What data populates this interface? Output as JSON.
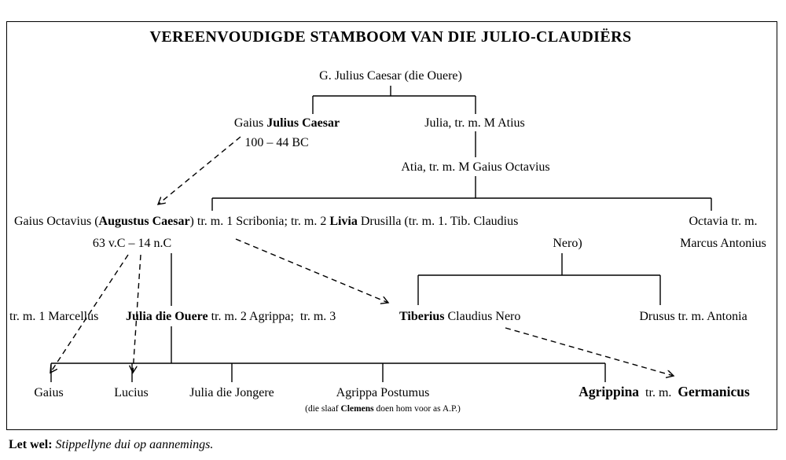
{
  "title": "VEREENVOUDIGDE STAMBOOM VAN DIE JULIO-CLAUDIËRS",
  "nodes": {
    "caesar_elder": {
      "text": "G. Julius Caesar (die Ouere)"
    },
    "julius_caesar": {
      "pre": "Gaius ",
      "bold": "Julius Caesar",
      "dates": "100 – 44 BC"
    },
    "julia_atius": {
      "text": "Julia, tr. m. M Atius"
    },
    "atia": {
      "text": "Atia, tr. m. M Gaius Octavius"
    },
    "augustus_livia": {
      "pre": "Gaius Octavius (",
      "bold1": "Augustus Caesar",
      "mid1": ") tr. m. 1 Scribonia; tr. m. 2 ",
      "bold2": "Livia",
      "mid2": " Drusilla (tr. m. 1. Tib. Claudius",
      "line2": "Nero)",
      "dates": "63 v.C – 14 n.C"
    },
    "octavia": {
      "line1": "Octavia tr. m.",
      "line2": "Marcus Antonius"
    },
    "marcellus": {
      "text": "tr. m. 1 Marcellus"
    },
    "julia_ouere": {
      "bold": "Julia die Ouere",
      "post": " tr. m. 2 Agrippa;  tr. m. 3"
    },
    "tiberius": {
      "bold": "Tiberius",
      "post": " Claudius Nero"
    },
    "drusus": {
      "text": "Drusus tr. m. Antonia"
    },
    "gaius": {
      "text": "Gaius"
    },
    "lucius": {
      "text": "Lucius"
    },
    "julia_jongere": {
      "text": "Julia die Jongere"
    },
    "agrippa_postumus": {
      "text": "Agrippa Postumus",
      "note_pre": "(die slaaf ",
      "note_bold": "Clemens",
      "note_post": " doen hom voor as A.P.)"
    },
    "agrippina_germanicus": {
      "bold1": "Agrippina",
      "mid": "  tr. m.  ",
      "bold2": "Germanicus"
    }
  },
  "edges": [
    {
      "from": "G. Julius Caesar (die Ouere)",
      "to": "Gaius Julius Caesar",
      "type": "solid"
    },
    {
      "from": "G. Julius Caesar (die Ouere)",
      "to": "Julia, tr. m. M Atius",
      "type": "solid"
    },
    {
      "from": "Julia",
      "to": "Atia",
      "type": "solid"
    },
    {
      "from": "Atia",
      "to": "Gaius Octavius (Augustus Caesar)",
      "type": "solid"
    },
    {
      "from": "Atia",
      "to": "Octavia",
      "type": "solid"
    },
    {
      "from": "Livia / Tib. Claudius Nero",
      "to": "Tiberius Claudius Nero",
      "type": "solid"
    },
    {
      "from": "Livia / Tib. Claudius Nero",
      "to": "Drusus",
      "type": "solid"
    },
    {
      "from": "Augustus",
      "to": "Julia die Ouere",
      "type": "solid"
    },
    {
      "from": "Julia die Ouere",
      "to": "Gaius",
      "type": "solid"
    },
    {
      "from": "Julia die Ouere",
      "to": "Lucius",
      "type": "solid"
    },
    {
      "from": "Julia die Ouere",
      "to": "Julia die Jongere",
      "type": "solid"
    },
    {
      "from": "Julia die Ouere",
      "to": "Agrippa Postumus",
      "type": "solid"
    },
    {
      "from": "Julia die Ouere",
      "to": "Agrippina",
      "type": "solid"
    },
    {
      "from": "Gaius Julius Caesar",
      "to": "Augustus Caesar",
      "type": "dashed-adoption"
    },
    {
      "from": "Augustus Caesar",
      "to": "Tiberius",
      "type": "dashed-adoption"
    },
    {
      "from": "Augustus Caesar",
      "to": "Gaius",
      "type": "dashed-adoption"
    },
    {
      "from": "Augustus Caesar",
      "to": "Lucius",
      "type": "dashed-adoption"
    },
    {
      "from": "Tiberius",
      "to": "Germanicus",
      "type": "dashed-adoption"
    }
  ],
  "footnote": {
    "label": "Let wel:",
    "text": " Stippellyne dui op aannemings."
  },
  "colors": {
    "line": "#000000",
    "background": "#ffffff",
    "text": "#000000"
  }
}
